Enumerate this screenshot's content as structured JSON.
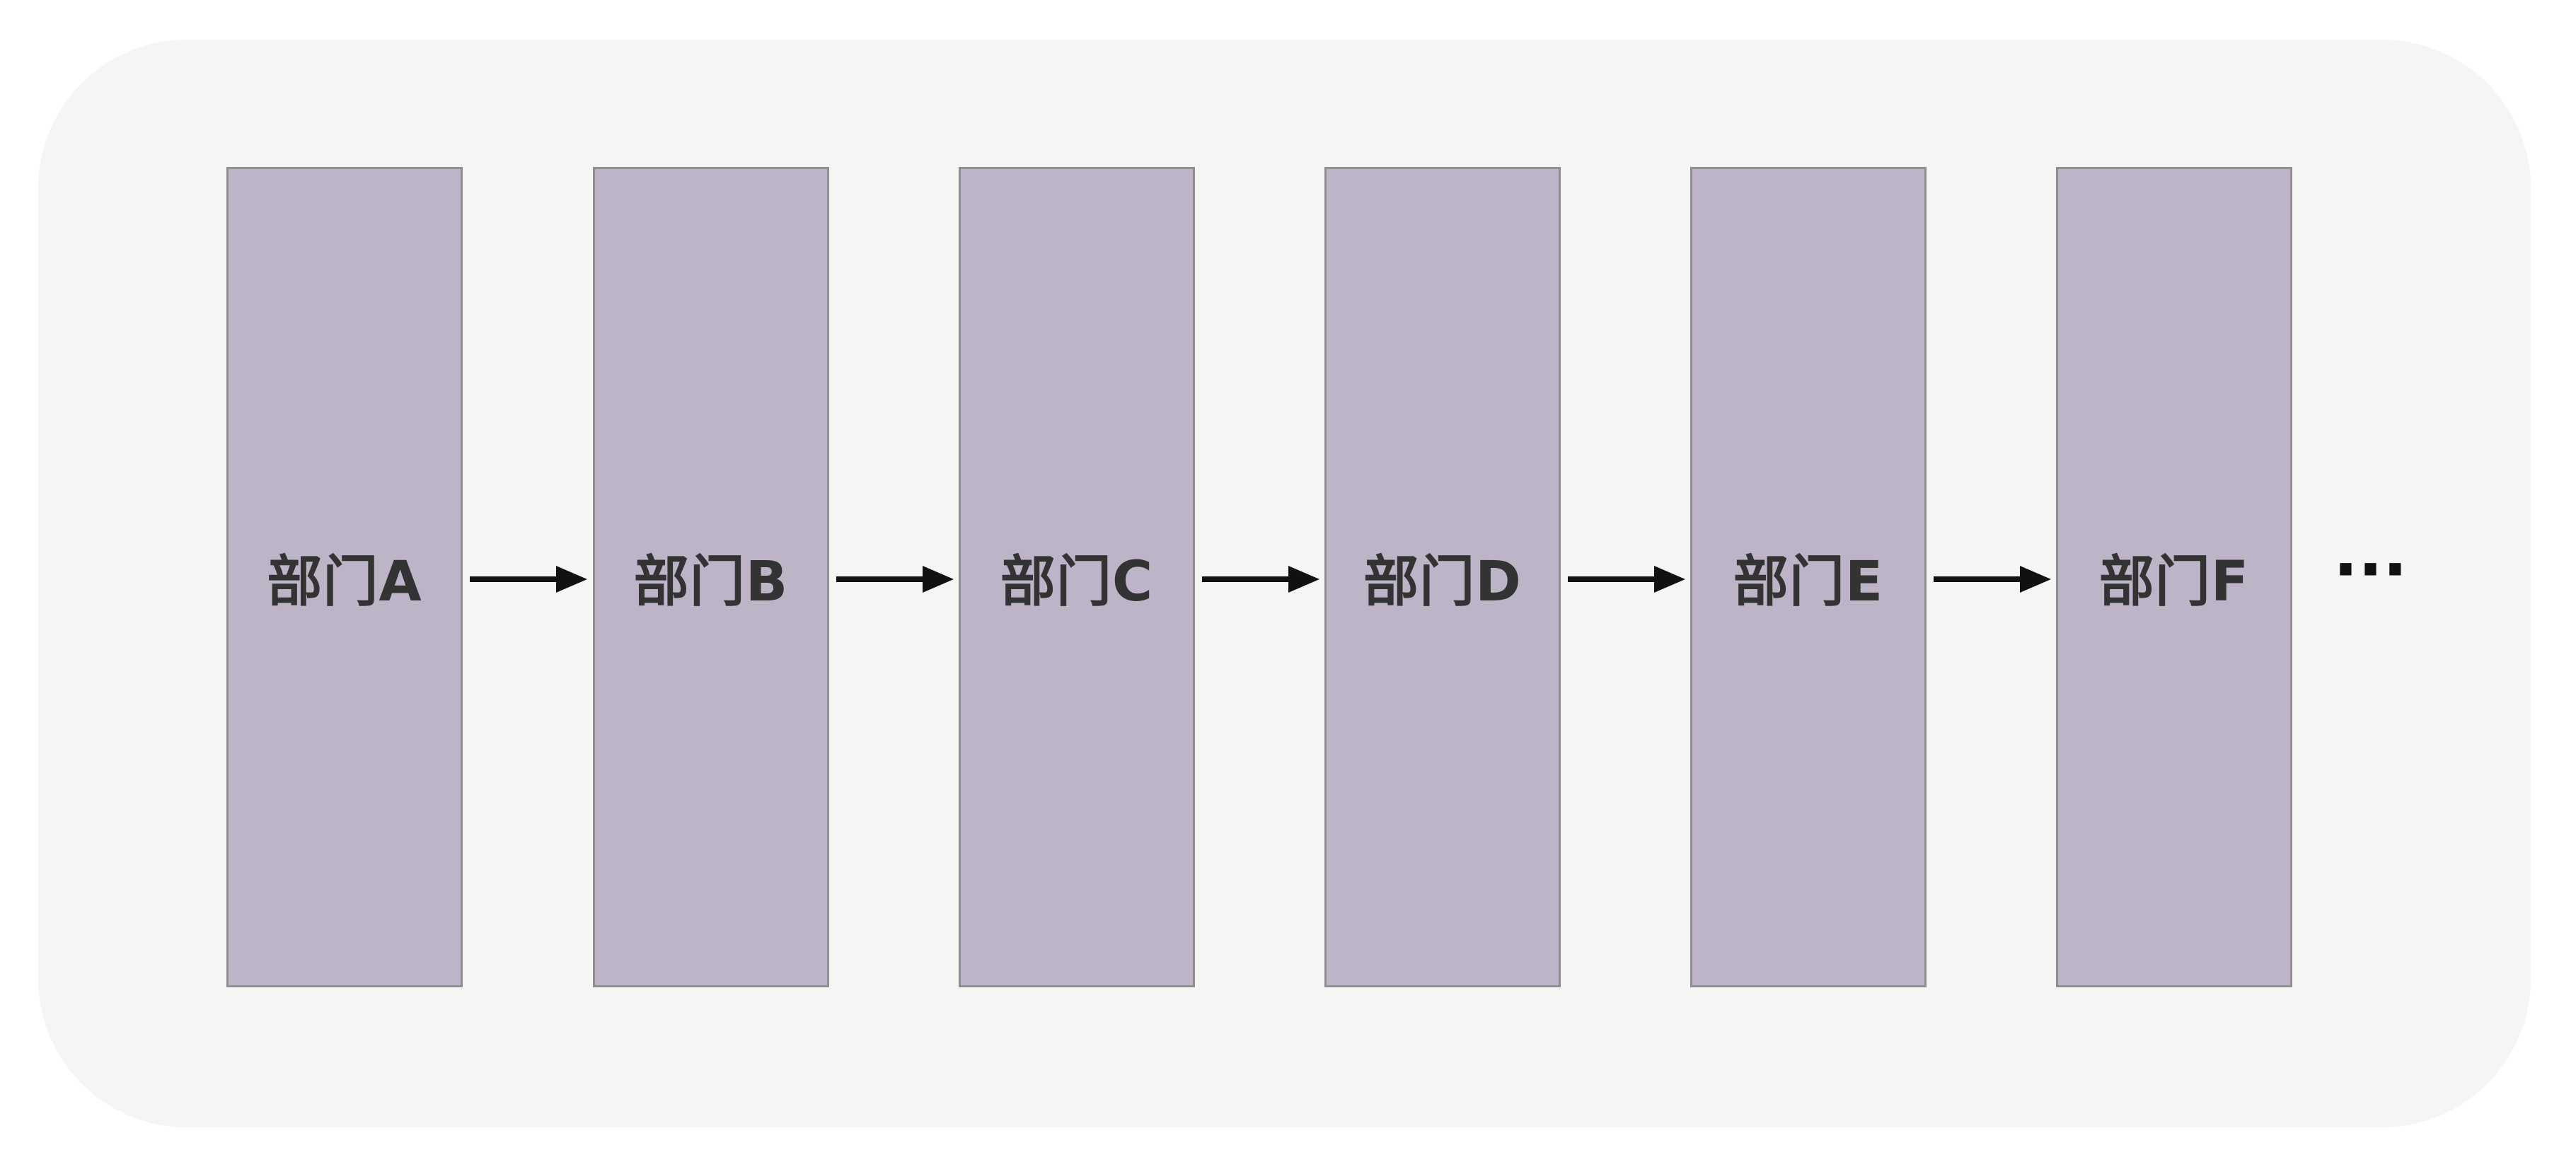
{
  "diagram": {
    "colors": {
      "panel_background": "#f5f5f3",
      "node_fill": "#bdb4c8",
      "node_border": "#8f8f93",
      "label_text": "#333333",
      "arrow": "#111111"
    },
    "nodes": [
      {
        "label": "部门A"
      },
      {
        "label": "部门B"
      },
      {
        "label": "部门C"
      },
      {
        "label": "部门D"
      },
      {
        "label": "部门E"
      },
      {
        "label": "部门F"
      }
    ],
    "ellipsis": "···"
  }
}
